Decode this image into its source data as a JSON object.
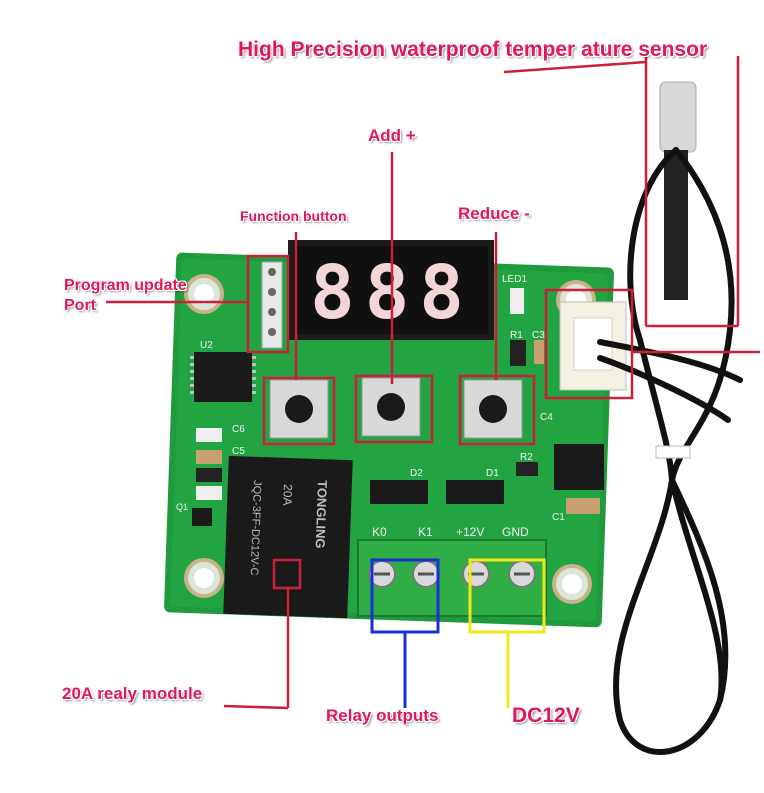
{
  "labels": {
    "sensor": "High Precision waterproof temper ature sensor",
    "add": "Add +",
    "function": "Function button",
    "reduce": "Reduce -",
    "program_line1": "Program update",
    "program_line2": "Port",
    "relay_module": "20A realy module",
    "relay_outputs": "Relay outputs",
    "dc12v": "DC12V"
  },
  "board": {
    "led1": "LED1",
    "r1": "R1",
    "c3": "C3",
    "u2": "U2",
    "c6": "C6",
    "c5": "C5",
    "d2": "D2",
    "d1": "D1",
    "r2": "R2",
    "c1": "C1",
    "c4": "C4",
    "q1": "Q1",
    "k0": "K0",
    "k1": "K1",
    "plus12v": "+12V",
    "gnd": "GND",
    "relay_brand": "TONGLING",
    "relay_rating": "20A",
    "relay_model": "JQC-3FF-DC12V-C",
    "display_digits": "888"
  },
  "colors": {
    "label": "#e0185a",
    "callout_red": "#cc1f3a",
    "callout_blue": "#1a2fd6",
    "callout_yellow": "#f0e81a",
    "pcb": "#1f9a3c"
  }
}
